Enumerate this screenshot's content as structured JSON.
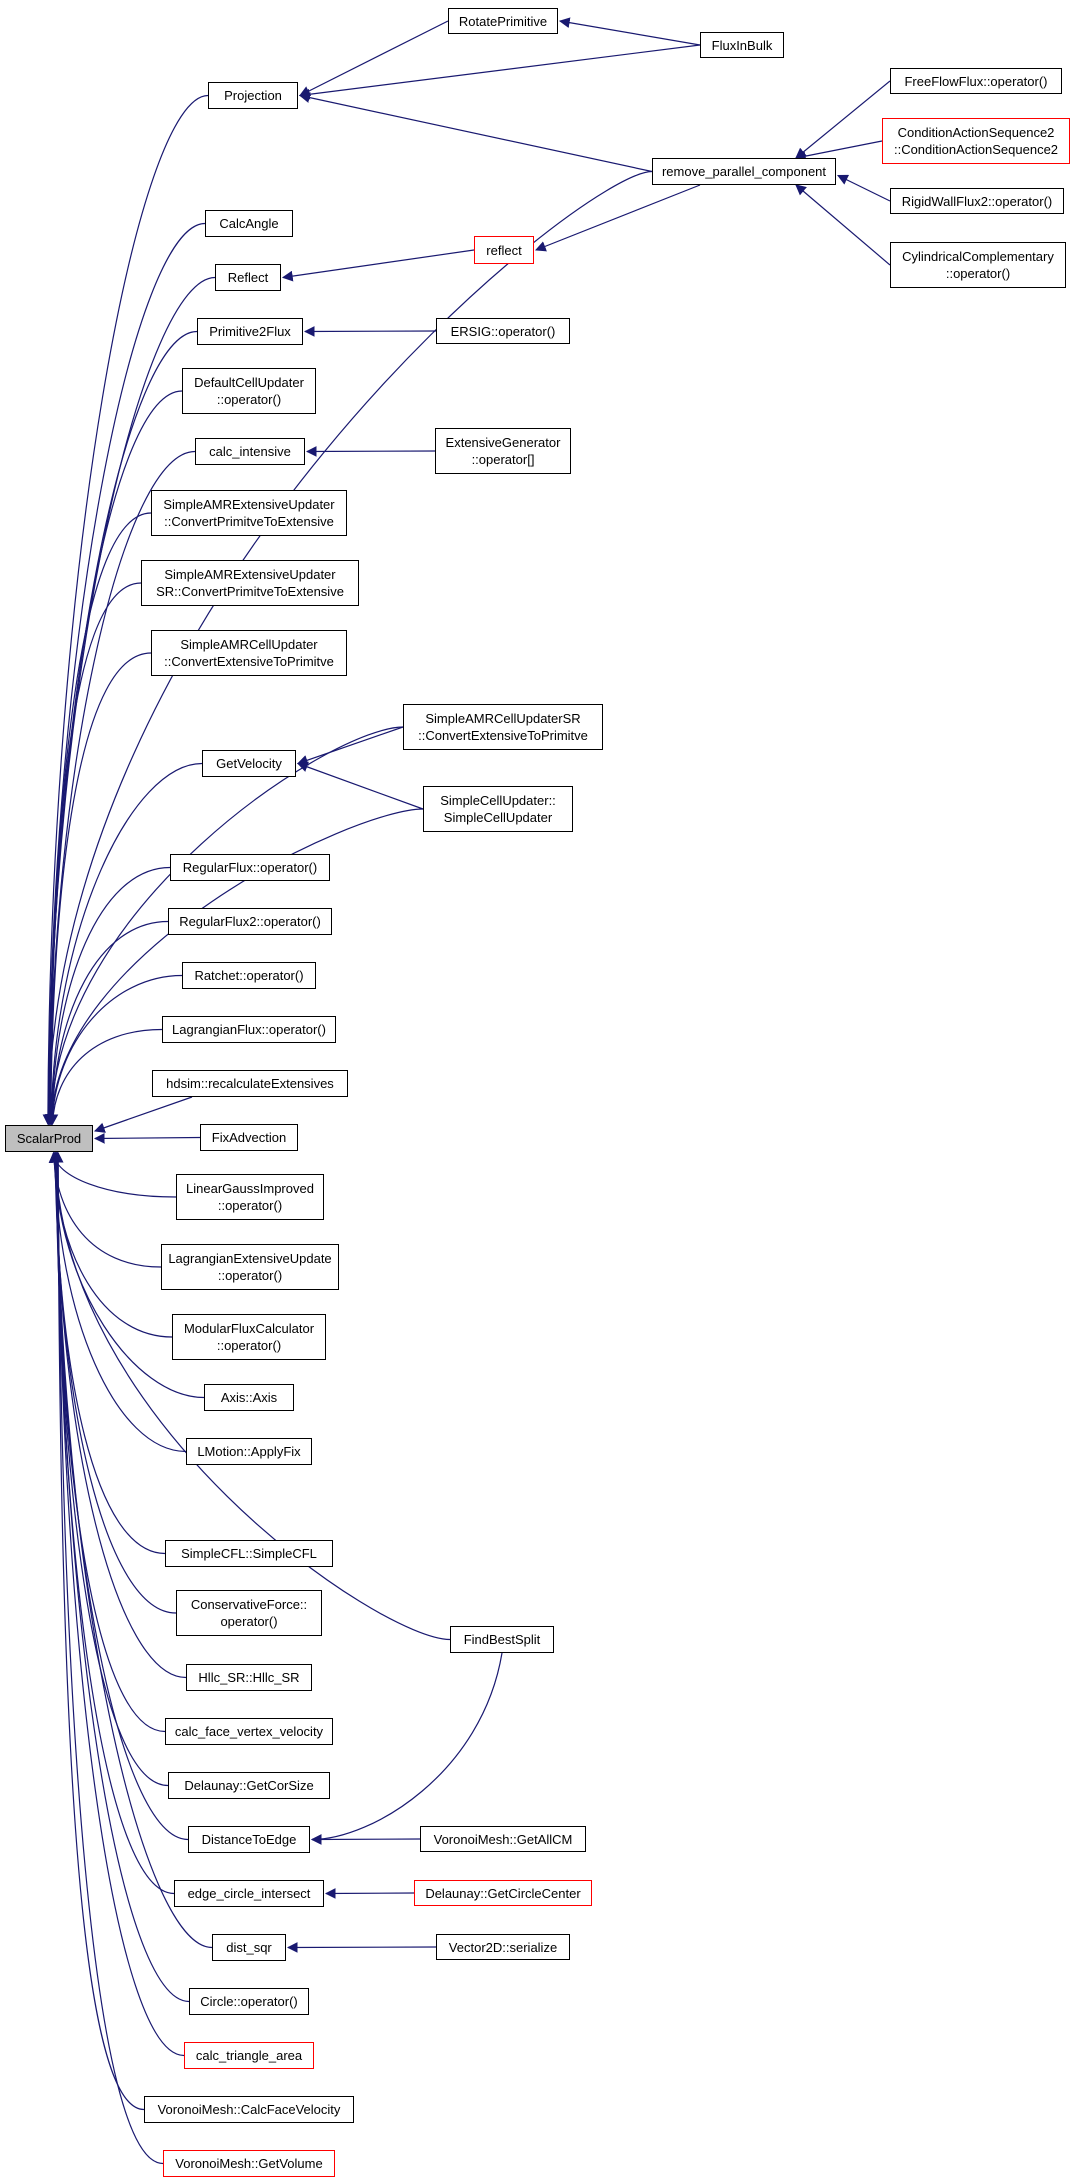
{
  "root": {
    "label": "ScalarProd"
  },
  "nodes": [
    {
      "id": "rotate",
      "label": "RotatePrimitive",
      "red": false
    },
    {
      "id": "fluxinbulk",
      "label": "FluxInBulk",
      "red": false
    },
    {
      "id": "projection",
      "label": "Projection",
      "red": false
    },
    {
      "id": "freeflow",
      "label": "FreeFlowFlux::operator()",
      "red": false
    },
    {
      "id": "condseq",
      "label": "ConditionActionSequence2\n::ConditionActionSequence2",
      "red": true
    },
    {
      "id": "rpc",
      "label": "remove_parallel_component",
      "red": false
    },
    {
      "id": "rigidwall",
      "label": "RigidWallFlux2::operator()",
      "red": false
    },
    {
      "id": "cylcomp",
      "label": "CylindricalComplementary\n::operator()",
      "red": false
    },
    {
      "id": "calcangle",
      "label": "CalcAngle",
      "red": false
    },
    {
      "id": "reflectred",
      "label": "reflect",
      "red": true
    },
    {
      "id": "reflect",
      "label": "Reflect",
      "red": false
    },
    {
      "id": "prim2flux",
      "label": "Primitive2Flux",
      "red": false
    },
    {
      "id": "ersig",
      "label": "ERSIG::operator()",
      "red": false
    },
    {
      "id": "defcell",
      "label": "DefaultCellUpdater\n::operator()",
      "red": false
    },
    {
      "id": "calcint",
      "label": "calc_intensive",
      "red": false
    },
    {
      "id": "extgen",
      "label": "ExtensiveGenerator\n::operator[]",
      "red": false
    },
    {
      "id": "samrext",
      "label": "SimpleAMRExtensiveUpdater\n::ConvertPrimitveToExtensive",
      "red": false
    },
    {
      "id": "samrextsr",
      "label": "SimpleAMRExtensiveUpdater\nSR::ConvertPrimitveToExtensive",
      "red": false
    },
    {
      "id": "samrcell",
      "label": "SimpleAMRCellUpdater\n::ConvertExtensiveToPrimitve",
      "red": false
    },
    {
      "id": "samrcellsr",
      "label": "SimpleAMRCellUpdaterSR\n::ConvertExtensiveToPrimitve",
      "red": false
    },
    {
      "id": "getvel",
      "label": "GetVelocity",
      "red": false
    },
    {
      "id": "simplecell",
      "label": "SimpleCellUpdater::\nSimpleCellUpdater",
      "red": false
    },
    {
      "id": "regflux",
      "label": "RegularFlux::operator()",
      "red": false
    },
    {
      "id": "regflux2",
      "label": "RegularFlux2::operator()",
      "red": false
    },
    {
      "id": "ratchet",
      "label": "Ratchet::operator()",
      "red": false
    },
    {
      "id": "lagflux",
      "label": "LagrangianFlux::operator()",
      "red": false
    },
    {
      "id": "hdsim",
      "label": "hdsim::recalculateExtensives",
      "red": false
    },
    {
      "id": "fixadv",
      "label": "FixAdvection",
      "red": false
    },
    {
      "id": "lingauss",
      "label": "LinearGaussImproved\n::operator()",
      "red": false
    },
    {
      "id": "lagext",
      "label": "LagrangianExtensiveUpdate\n::operator()",
      "red": false
    },
    {
      "id": "modflux",
      "label": "ModularFluxCalculator\n::operator()",
      "red": false
    },
    {
      "id": "axis",
      "label": "Axis::Axis",
      "red": false
    },
    {
      "id": "lmotion",
      "label": "LMotion::ApplyFix",
      "red": false
    },
    {
      "id": "simplecfl",
      "label": "SimpleCFL::SimpleCFL",
      "red": false
    },
    {
      "id": "consforce",
      "label": "ConservativeForce::\noperator()",
      "red": false
    },
    {
      "id": "hllc",
      "label": "Hllc_SR::Hllc_SR",
      "red": false
    },
    {
      "id": "findbest",
      "label": "FindBestSplit",
      "red": false
    },
    {
      "id": "cfvv",
      "label": "calc_face_vertex_velocity",
      "red": false
    },
    {
      "id": "delcor",
      "label": "Delaunay::GetCorSize",
      "red": false
    },
    {
      "id": "dist2edge",
      "label": "DistanceToEdge",
      "red": false
    },
    {
      "id": "voronoiallcm",
      "label": "VoronoiMesh::GetAllCM",
      "red": false
    },
    {
      "id": "edgecircle",
      "label": "edge_circle_intersect",
      "red": false
    },
    {
      "id": "delcircle",
      "label": "Delaunay::GetCircleCenter",
      "red": true
    },
    {
      "id": "distsqr",
      "label": "dist_sqr",
      "red": false
    },
    {
      "id": "vecser",
      "label": "Vector2D::serialize",
      "red": false
    },
    {
      "id": "circleop",
      "label": "Circle::operator()",
      "red": false
    },
    {
      "id": "calctri",
      "label": "calc_triangle_area",
      "red": true
    },
    {
      "id": "vmfacevel",
      "label": "VoronoiMesh::CalcFaceVelocity",
      "red": false
    },
    {
      "id": "vmvolume",
      "label": "VoronoiMesh::GetVolume",
      "red": true
    }
  ],
  "colors": {
    "edge": "#191970",
    "root_fill": "#bfbfbf",
    "red_border": "#ff0000"
  }
}
